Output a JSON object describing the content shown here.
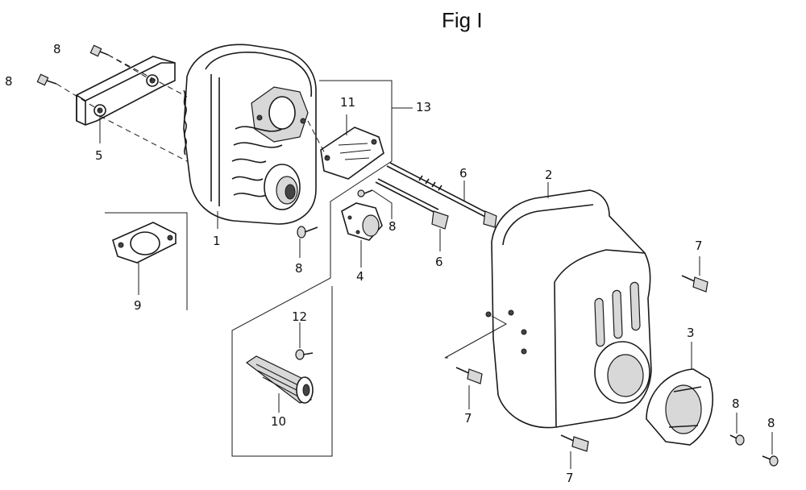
{
  "figure": {
    "title": "Fig I"
  },
  "callouts": [
    {
      "id": "c8a",
      "text": "8"
    },
    {
      "id": "c8b",
      "text": "8"
    },
    {
      "id": "c5",
      "text": "5"
    },
    {
      "id": "c1",
      "text": "1"
    },
    {
      "id": "c9",
      "text": "9"
    },
    {
      "id": "c8c",
      "text": "8"
    },
    {
      "id": "c11",
      "text": "11"
    },
    {
      "id": "c13",
      "text": "13"
    },
    {
      "id": "c8d",
      "text": "8"
    },
    {
      "id": "c4",
      "text": "4"
    },
    {
      "id": "c6a",
      "text": "6"
    },
    {
      "id": "c6b",
      "text": "6"
    },
    {
      "id": "c2",
      "text": "2"
    },
    {
      "id": "c7a",
      "text": "7"
    },
    {
      "id": "c3",
      "text": "3"
    },
    {
      "id": "c12",
      "text": "12"
    },
    {
      "id": "c10",
      "text": "10"
    },
    {
      "id": "c7b",
      "text": "7"
    },
    {
      "id": "c7c",
      "text": "7"
    },
    {
      "id": "c8e",
      "text": "8"
    },
    {
      "id": "c8f",
      "text": "8"
    }
  ]
}
